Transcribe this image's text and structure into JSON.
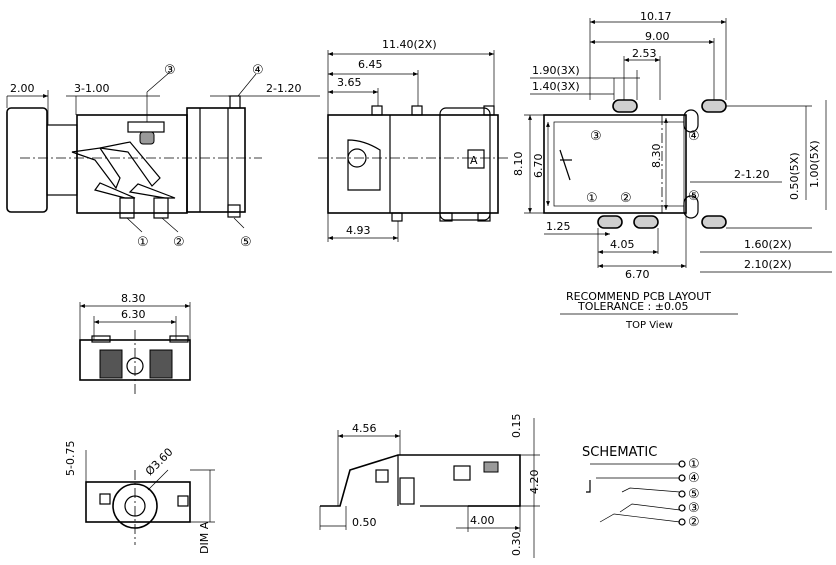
{
  "side_view": {
    "dim_len": "2.00",
    "dim_pitch": "3-1.00",
    "dim_pin_w": "2-1.20",
    "callouts": [
      "①",
      "②",
      "③",
      "④",
      "⑤"
    ]
  },
  "front_view": {
    "dim_total": "11.40(2X)",
    "dim_a": "6.45",
    "dim_b": "3.65",
    "dim_c": "4.93",
    "mark": "A"
  },
  "top_view": {
    "dim_w_total": "10.17",
    "dim_w_900": "9.00",
    "dim_w_253": "2.53",
    "dim_190": "1.90(3X)",
    "dim_140": "1.40(3X)",
    "dim_810": "8.10",
    "dim_670v": "6.70",
    "dim_830v": "8.30",
    "dim_pin_w": "2-1.20",
    "dim_050": "0.50(5X)",
    "dim_100": "1.00(5X)",
    "dim_125": "1.25",
    "dim_405": "4.05",
    "dim_670": "6.70",
    "dim_160": "1.60(2X)",
    "dim_210": "2.10(2X)",
    "caption1": "RECOMMEND PCB LAYOUT",
    "caption2": "TOLERANCE : ±0.05",
    "caption3": "TOP  View",
    "callouts": [
      "③",
      "④",
      "①",
      "②",
      "⑤"
    ]
  },
  "bottom_view": {
    "dim_830": "8.30",
    "dim_630": "6.30"
  },
  "end_view": {
    "dim_575": "5-0.75",
    "dim_dia": "Ø3.60",
    "dim_a": "DIM A"
  },
  "profile_view": {
    "dim_456": "4.56",
    "dim_050": "0.50",
    "dim_400": "4.00",
    "dim_015": "0.15",
    "dim_420": "4.20",
    "dim_030": "0.30"
  },
  "schematic": {
    "title": "SCHEMATIC",
    "pins": [
      "①",
      "④",
      "⑤",
      "③",
      "②"
    ]
  }
}
